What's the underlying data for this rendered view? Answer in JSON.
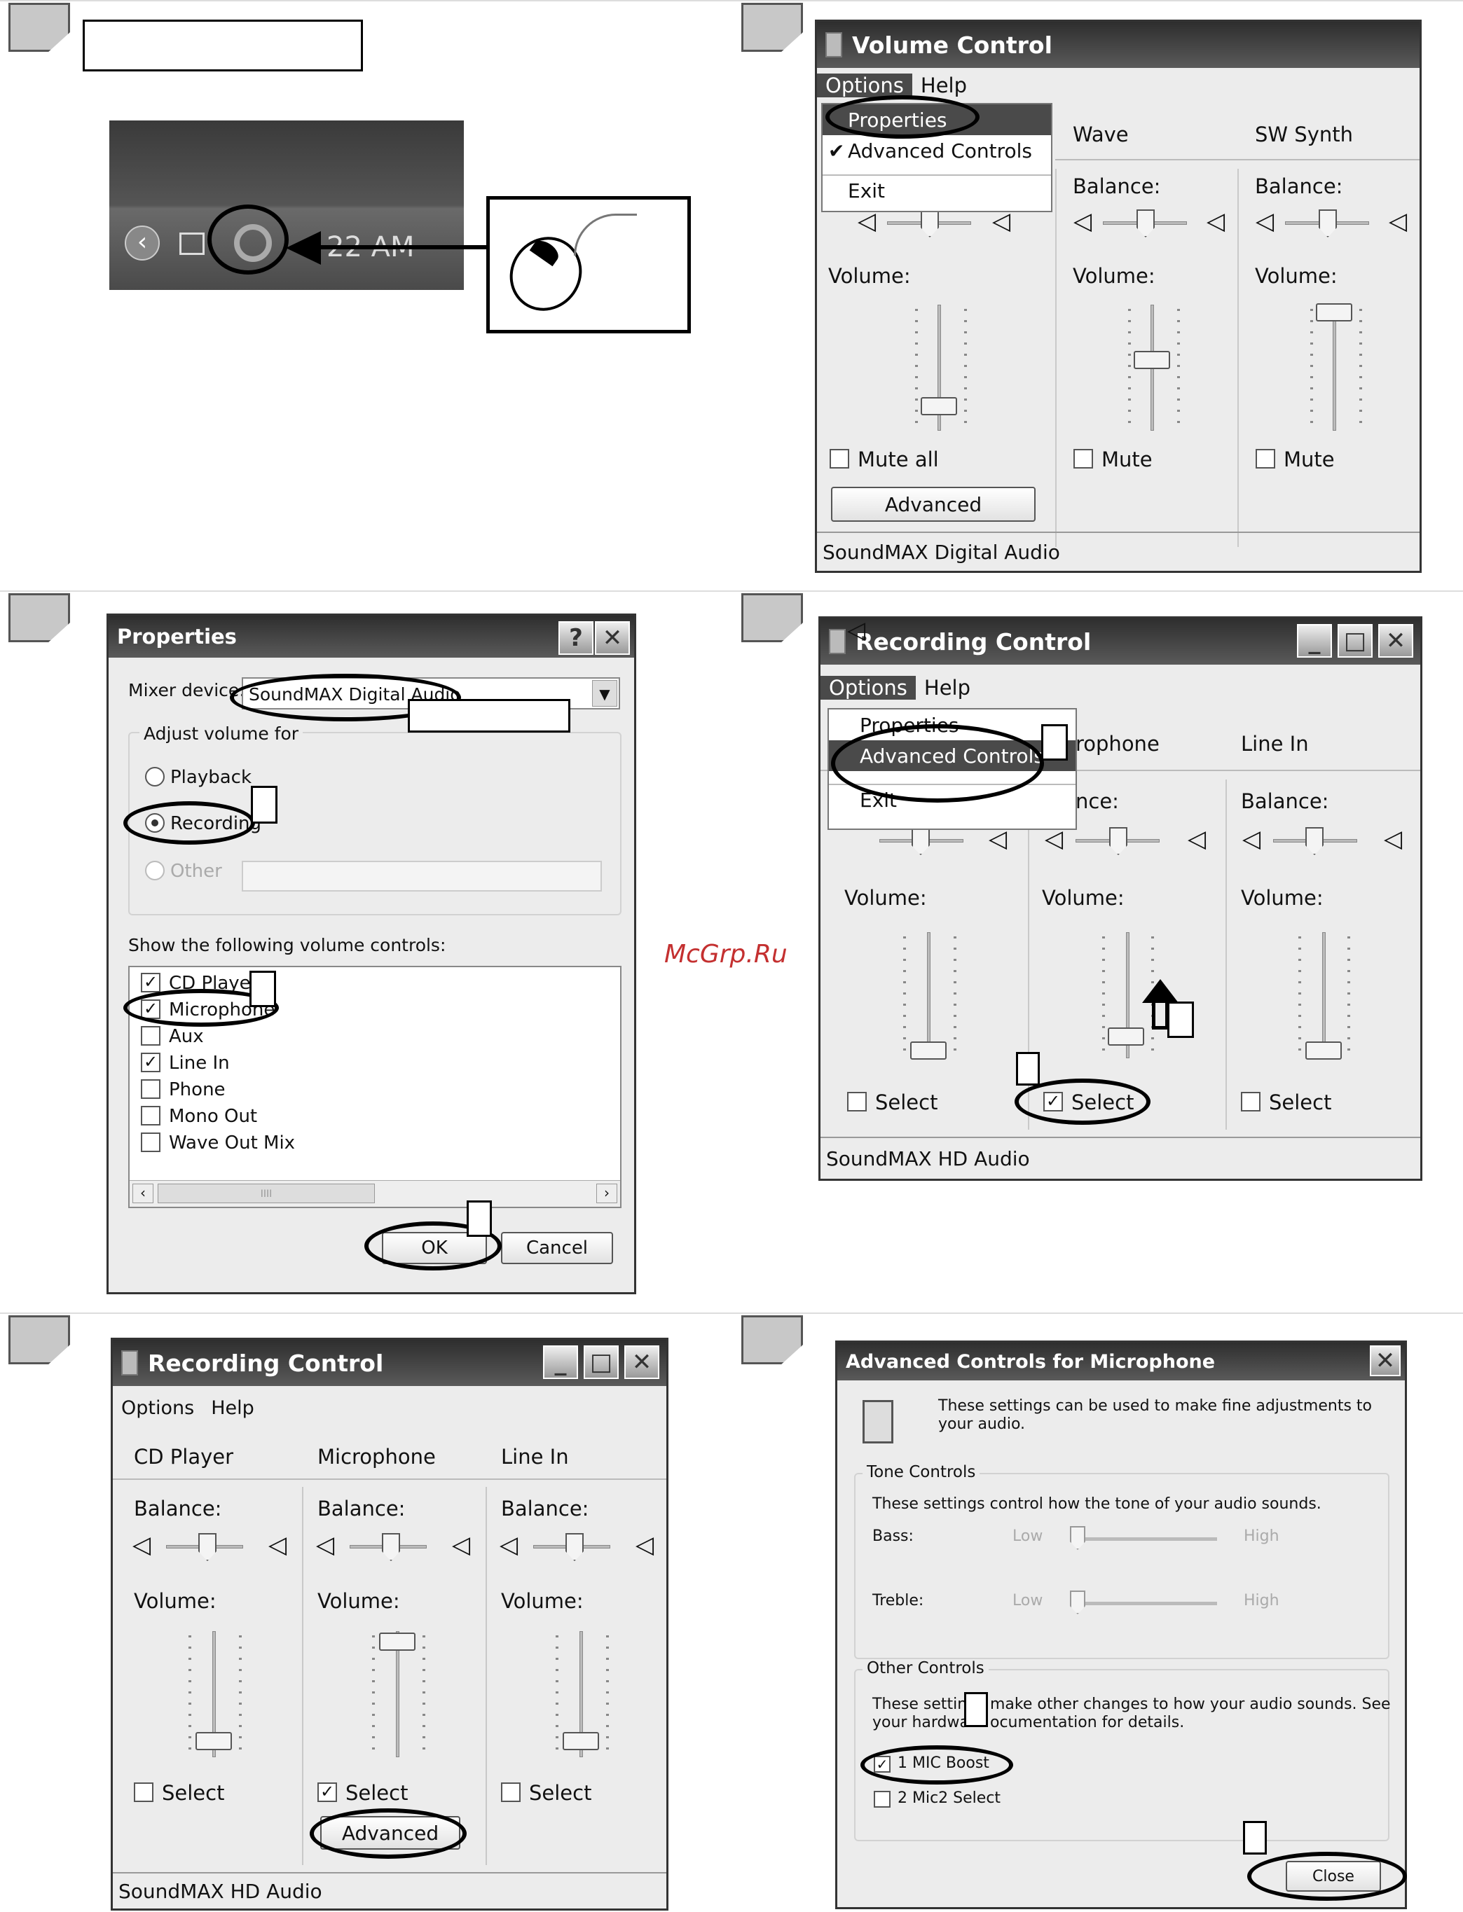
{
  "colors": {
    "titlebar": "#444444",
    "window": "#ececec",
    "selection": "#4a4a4a"
  },
  "panel1": {
    "clock": "22 AM"
  },
  "vc": {
    "title": "Volume Control",
    "menu": [
      "Options",
      "Help"
    ],
    "dropdown": [
      "Properties",
      "Advanced Controls",
      "Exit"
    ],
    "cols": [
      "Wave",
      "SW Synth"
    ],
    "balance": "Balance:",
    "volume": "Volume:",
    "mute_all": "Mute all",
    "mute": "Mute",
    "advanced": "Advanced",
    "status": "SoundMAX Digital Audio"
  },
  "props": {
    "title": "Properties",
    "mixer_label": "Mixer device:",
    "mixer_value": "SoundMAX Digital Audio",
    "adjust": "Adjust volume for",
    "playback": "Playback",
    "recording": "Recording",
    "other": "Other",
    "show": "Show the following volume controls:",
    "items": [
      {
        "label": "CD Player",
        "checked": "✓"
      },
      {
        "label": "Microphone",
        "checked": "✓"
      },
      {
        "label": "Aux",
        "checked": ""
      },
      {
        "label": "Line In",
        "checked": "✓"
      },
      {
        "label": "Phone",
        "checked": ""
      },
      {
        "label": "Mono Out",
        "checked": ""
      },
      {
        "label": "Wave Out Mix",
        "checked": ""
      }
    ],
    "ok": "OK",
    "cancel": "Cancel",
    "scroll_grip": "IIII"
  },
  "rc1": {
    "title": "Recording Control",
    "menu": [
      "Options",
      "Help"
    ],
    "dropdown": [
      "Properties",
      "Advanced Controls",
      "Exit"
    ],
    "cols": [
      "rophone",
      "Line In"
    ],
    "balance_partial": "nce:",
    "balance": "Balance:",
    "volume": "Volume:",
    "select": "Select",
    "status": "SoundMAX HD Audio"
  },
  "watermark": "McGrp.Ru",
  "rc2": {
    "title": "Recording Control",
    "menu": [
      "Options",
      "Help"
    ],
    "cols": [
      "CD Player",
      "Microphone",
      "Line In"
    ],
    "balance": "Balance:",
    "volume": "Volume:",
    "select": "Select",
    "advanced": "Advanced",
    "status": "SoundMAX HD Audio"
  },
  "adv": {
    "title": "Advanced Controls for Microphone",
    "intro": "These settings can be used to make fine adjustments to your audio.",
    "tone": "Tone Controls",
    "tone_desc": "These settings control how the tone of your audio sounds.",
    "bass": "Bass:",
    "treble": "Treble:",
    "low": "Low",
    "high": "High",
    "other": "Other Controls",
    "other_desc1": "These settin",
    "other_desc1b": "make other changes to how your audio sounds.  See",
    "other_desc2": "your hardwa",
    "other_desc2b": "ocumentation for details.",
    "mic_boost": "1  MIC Boost",
    "mic2": "2  Mic2 Select",
    "close": "Close"
  }
}
